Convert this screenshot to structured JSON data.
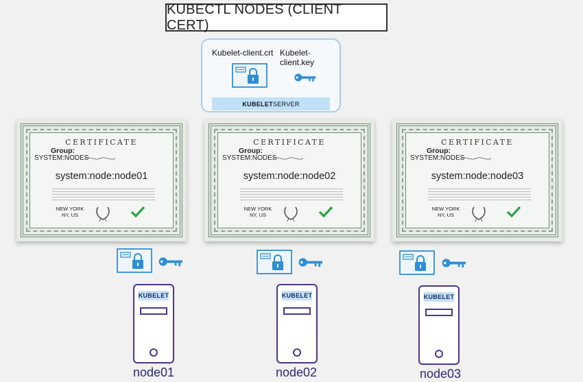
{
  "title": "KUBECTL NODES (CLIENT CERT)",
  "server": {
    "cert_label": "Kubelet-client.crt",
    "key_label": "Kubelet-client.key",
    "bar_label_bold": "KUBELET",
    "bar_label_rest": " SERVER"
  },
  "certificates": [
    {
      "heading": "CERTIFICATE",
      "group_label": "Group:",
      "group_value": "SYSTEM:NODES",
      "subject": "system:node:node01",
      "location_line1": "NEW YORK",
      "location_line2": "NY, US"
    },
    {
      "heading": "CERTIFICATE",
      "group_label": "Group:",
      "group_value": "SYSTEM:NODES",
      "subject": "system:node:node02",
      "location_line1": "NEW YORK",
      "location_line2": "NY, US"
    },
    {
      "heading": "CERTIFICATE",
      "group_label": "Group:",
      "group_value": "SYSTEM:NODES",
      "subject": "system:node:node03",
      "location_line1": "NEW YORK",
      "location_line2": "NY, US"
    }
  ],
  "nodes": [
    {
      "label": "KUBELET",
      "name": "node01"
    },
    {
      "label": "KUBELET",
      "name": "node02"
    },
    {
      "label": "KUBELET",
      "name": "node03"
    }
  ],
  "colors": {
    "accent_blue": "#2f8fd6",
    "node_purple": "#4a3590",
    "check_green": "#2aa34a"
  }
}
